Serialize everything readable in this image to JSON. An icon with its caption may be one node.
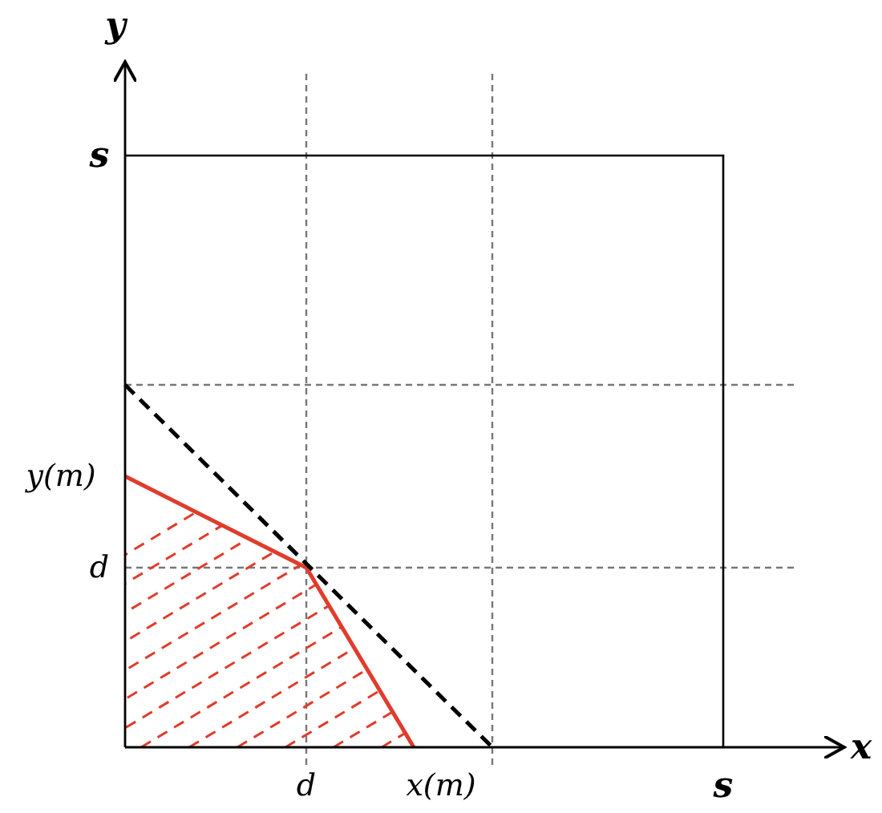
{
  "diagram": {
    "labels": [
      "y",
      "s",
      "y(m)",
      "d",
      "d",
      "x(m)",
      "s",
      "x"
    ]
  }
}
